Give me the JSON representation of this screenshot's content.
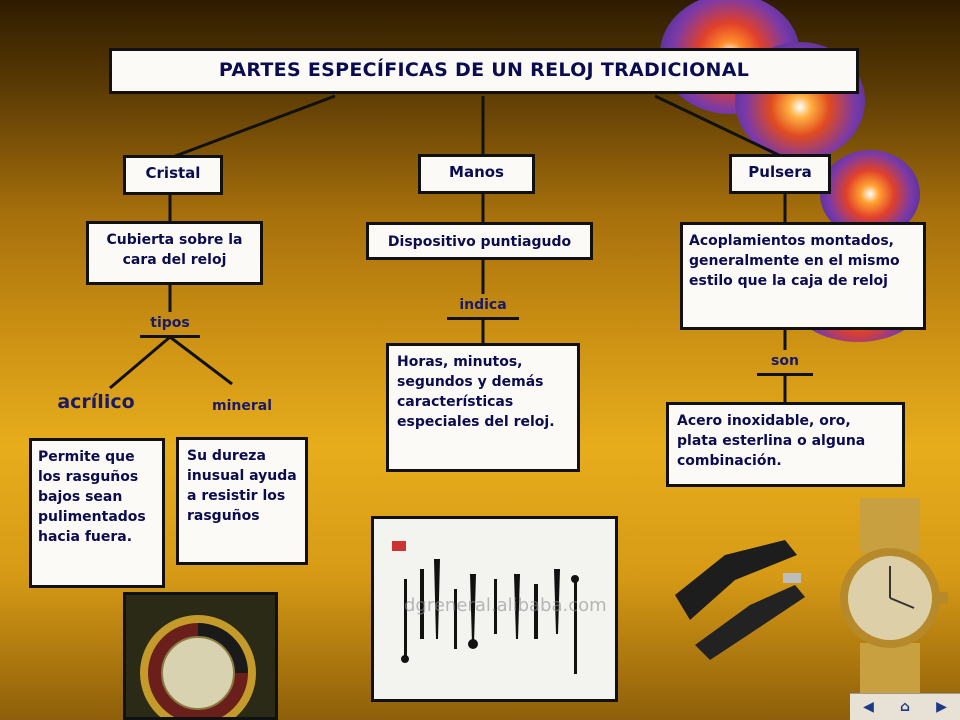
{
  "title": "PARTES ESPECÍFICAS DE UN RELOJ TRADICIONAL",
  "branches": {
    "cristal": {
      "label": "Cristal",
      "description": "Cubierta sobre la cara del reloj",
      "link": "tipos",
      "types": {
        "acrilico": {
          "label": "acrílico",
          "text": "Permite que los rasguños bajos sean pulimentados hacia fuera."
        },
        "mineral": {
          "label": "mineral",
          "text": "Su dureza inusual ayuda a resistir los rasguños"
        }
      }
    },
    "manos": {
      "label": "Manos",
      "description": "Dispositivo puntiagudo",
      "link": "indica",
      "detail": "Horas, minutos, segundos y demás características especiales del reloj."
    },
    "pulsera": {
      "label": "Pulsera",
      "description": "Acoplamientos montados, generalmente en el mismo estilo que la caja de reloj",
      "link": "son",
      "detail": "Acero inoxidable, oro, plata esterlina o alguna combinación."
    }
  },
  "watermark": "dgreneral.alibaba.com",
  "colors": {
    "box_text": "#0b0b4f",
    "border": "#111111",
    "background": "#cf9414"
  }
}
